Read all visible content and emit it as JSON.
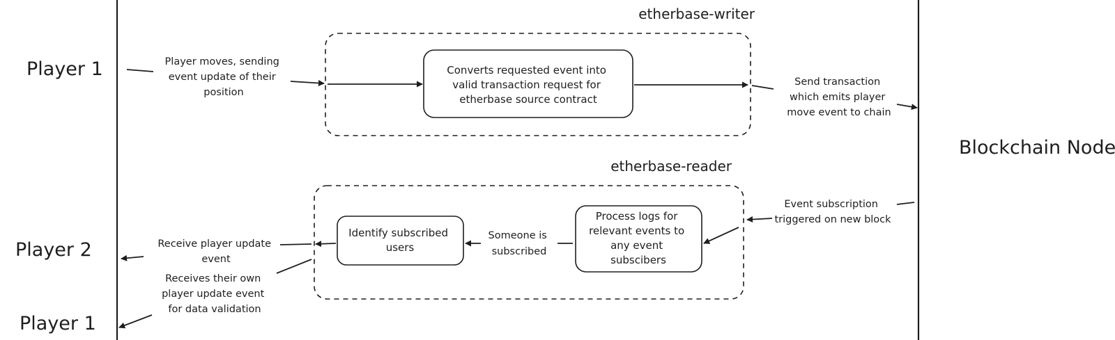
{
  "actors": {
    "player1_top": "Player 1",
    "player2": "Player 2",
    "player1_bottom": "Player 1",
    "blockchain": "Blockchain Node"
  },
  "groups": {
    "writer": "etherbase-writer",
    "reader": "etherbase-reader"
  },
  "boxes": {
    "convert": [
      "Converts requested event into",
      "valid transaction request for",
      "etherbase source contract"
    ],
    "process": [
      "Process logs for",
      "relevant events to",
      "any event",
      "subscibers"
    ],
    "identify": [
      "Identify subscribed",
      "users"
    ]
  },
  "labels": {
    "player_moves": [
      "Player moves, sending",
      "event update of their",
      "position"
    ],
    "send_tx": [
      "Send transaction",
      "which emits player",
      "move event to chain"
    ],
    "event_sub": [
      "Event subscription",
      "triggered on new block"
    ],
    "someone": [
      "Someone is",
      "subscribed"
    ],
    "receive_update": [
      "Receive player update",
      "event"
    ],
    "receive_own": [
      "Receives their own",
      "player update event",
      "for data validation"
    ]
  },
  "colors": {
    "ink": "#1e1e1e",
    "background": "#ffffff"
  }
}
